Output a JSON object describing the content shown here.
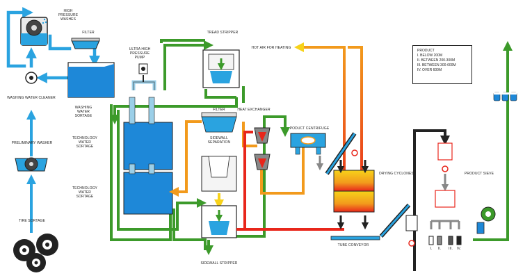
{
  "labels": {
    "high_pressure_washes": "HIGH PRESSURE WASHES",
    "filter_top": "FILTER",
    "tread_stripper": "TREAD STRIPPER",
    "hot_air": "HOT AIR FOR HEATING",
    "washing_water_cleaner": "WASHING WATER CLEANER",
    "washing_water_sortage": "WASHING WATER SORTAGE",
    "ultra_high_pressure_pump": "ULTRA HIGH PRESSURE PUMP",
    "filter_mid": "FILTER",
    "heat_exchanger": "HEAT EXCHANGER",
    "product_centrifuge": "PODUCT CENTRIFUGE",
    "preliminary_washer": "PRELIMINARY WASHER",
    "technology_water_sortage_1": "TECHNOLOGY WATER SORTAGE",
    "sidewall_separation": "SIDEWALL SEPARATION",
    "drying_cyclones": "DRYING CYCLONES",
    "product_sieve": "PRODUCT SIEVE",
    "technology_water_sortage_2": "TECHNOLOGY WATER SORTAGE",
    "tire_sortage": "TIRE SORTAGE",
    "tube_conveyor": "TUBE CONVEYOR",
    "sidewall_stripper": "SIDEWALL STRIPPER",
    "bin_i": "I.",
    "bin_ii": "II.",
    "bin_iii": "III.",
    "bin_iv": "IV."
  },
  "legend": {
    "title": "PRODUCT",
    "items": [
      "I. BELOW 200µ",
      "II. BETWEEN 200-300µ",
      "III. BETWEEN 300-600µ",
      "IV. OVER 600µ"
    ]
  },
  "colors": {
    "water": "#2aa3e0",
    "green": "#3c9a2a",
    "orange": "#f29a1c",
    "red": "#e8261b",
    "yellow": "#f7d21a",
    "dark": "#222222",
    "tank_blue": "#1e88d8"
  }
}
